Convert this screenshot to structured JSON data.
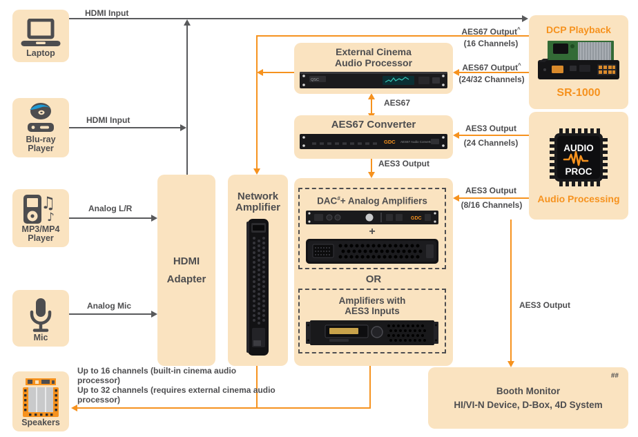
{
  "diagram": {
    "sources": {
      "laptop": {
        "label": "Laptop"
      },
      "bluray": {
        "line1": "Blu-ray",
        "line2": "Player"
      },
      "mp3": {
        "line1": "MP3/MP4",
        "line2": "Player"
      },
      "mic": {
        "label": "Mic"
      },
      "speakers": {
        "label": "Speakers"
      }
    },
    "adapter": {
      "line1": "HDMI",
      "line2": "Adapter"
    },
    "network_amp": {
      "line1": "Network",
      "line2": "Amplifier"
    },
    "external_processor": {
      "line1": "External Cinema",
      "line2": "Audio Processor"
    },
    "aes67_converter": {
      "title": "AES67 Converter"
    },
    "dac_group": {
      "name": "DAC",
      "footnote": "#",
      "rest": "+ Analog Amplifiers",
      "plus": "+"
    },
    "or_label": "OR",
    "aes3_group": {
      "line1": "Amplifiers with",
      "line2": "AES3 Inputs"
    },
    "dcp": {
      "title": "DCP Playback",
      "model": "SR-1000"
    },
    "audio_processing": {
      "chip_top": "AUDIO",
      "chip_bottom": "PROC",
      "title": "Audio Processing"
    },
    "booth": {
      "footnote": "##",
      "line1": "Booth Monitor",
      "line2": "HI/VI-N Device, D-Box, 4D System"
    }
  },
  "connections": {
    "hdmi_laptop": "HDMI Input",
    "hdmi_bluray": "HDMI Input",
    "analog_lr": "Analog L/R",
    "analog_mic": "Analog Mic",
    "aes67_out_16": {
      "label": "AES67 Output",
      "footnote": "^",
      "channels": "(16 Channels)"
    },
    "aes67_out_2432": {
      "label": "AES67 Output",
      "footnote": "^",
      "channels": "(24/32 Channels)"
    },
    "aes3_out_24": {
      "label": "AES3 Output",
      "channels": "(24 Channels)"
    },
    "aes67_link": "AES67",
    "aes3_converter_out": "AES3 Output",
    "aes3_out_816": {
      "label": "AES3 Output",
      "channels": "(8/16 Channels)"
    },
    "aes3_booth": "AES3 Output",
    "speaker_note_16": "Up to 16 channels (built-in cinema audio processor)",
    "speaker_note_32": "Up to 32 channels (requires external cinema audio processor)"
  },
  "colors": {
    "accent_orange": "#F6921E",
    "box_fill": "#FAE3C0",
    "line_gray": "#58595B",
    "text_dark": "#4D4D4F",
    "bluray_blue": "#1D9BD7"
  },
  "icons": [
    "laptop-icon",
    "bluray-icon",
    "mp3-player-icon",
    "microphone-icon",
    "cinema-speakers-icon",
    "audio-chip-icon",
    "network-amplifier-image",
    "cinema-processor-rack-image",
    "aes67-converter-rack-image",
    "dac-rack-image",
    "analog-amplifier-image",
    "aes3-amplifier-image",
    "sr1000-board-image"
  ]
}
